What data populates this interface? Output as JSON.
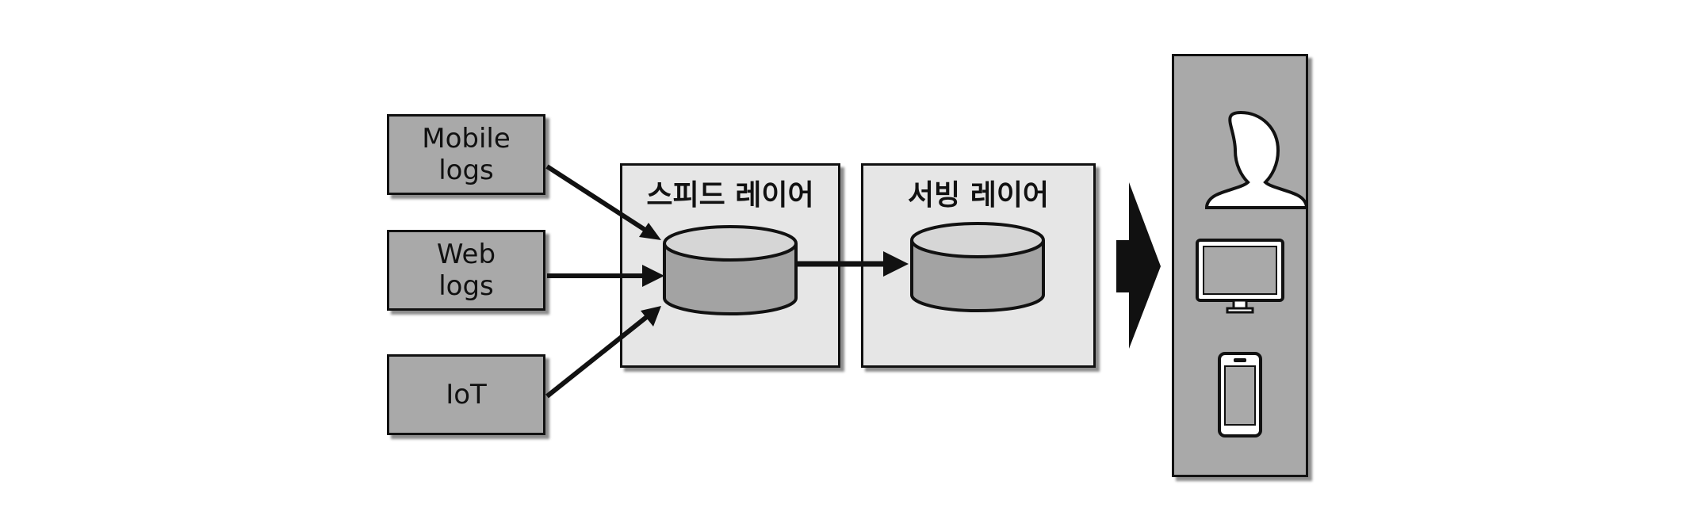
{
  "sources": [
    {
      "line1": "Mobile",
      "line2": "logs"
    },
    {
      "line1": "Web",
      "line2": "logs"
    },
    {
      "line1": "IoT",
      "line2": ""
    }
  ],
  "layers": {
    "speed": "스피드 레이어",
    "serving": "서빙 레이어"
  },
  "consumers": {
    "icons": [
      "user-icon",
      "monitor-icon",
      "smartphone-icon"
    ]
  },
  "colors": {
    "box_fill": "#a9a9a9",
    "layer_fill": "#e6e6e6",
    "stroke": "#111111"
  }
}
